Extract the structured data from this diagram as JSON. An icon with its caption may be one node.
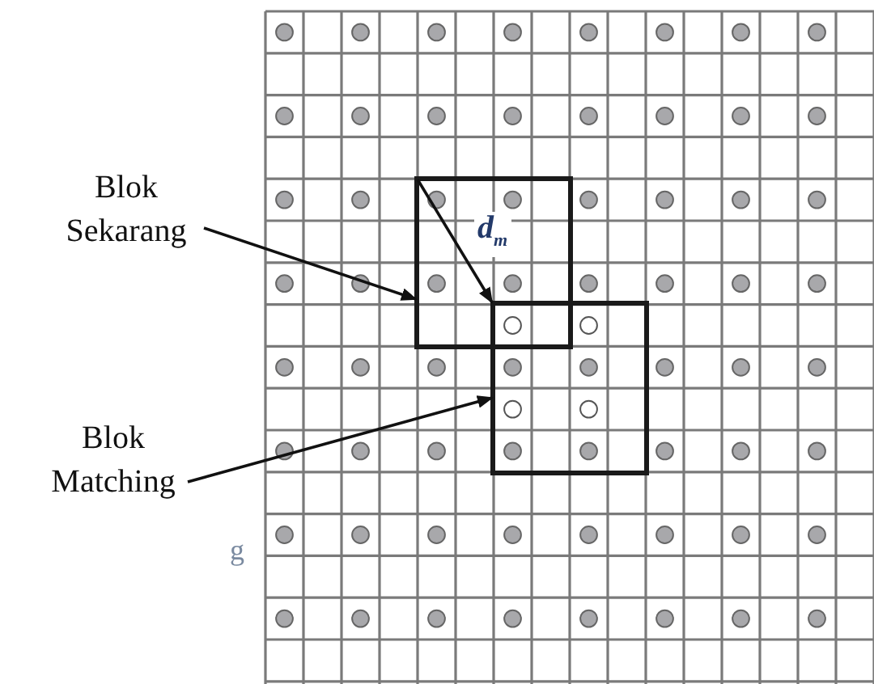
{
  "diagram": {
    "nodes": [
      {
        "text": [
          "Blok Sekarang"
        ]
      },
      {
        "text": [
          "Blok Matching"
        ]
      },
      {
        "text": [],
        "shape": "box"
      },
      {
        "text": [],
        "shape": "box"
      }
    ],
    "edges": [
      {
        "from": 0,
        "to": 2,
        "arrow": "to"
      },
      {
        "from": 1,
        "to": 3,
        "arrow": "to"
      },
      {
        "from": 2,
        "to": 3,
        "arrow": "to",
        "label": "d$_{m}$"
      }
    ],
    "labels": [
      "g"
    ]
  }
}
